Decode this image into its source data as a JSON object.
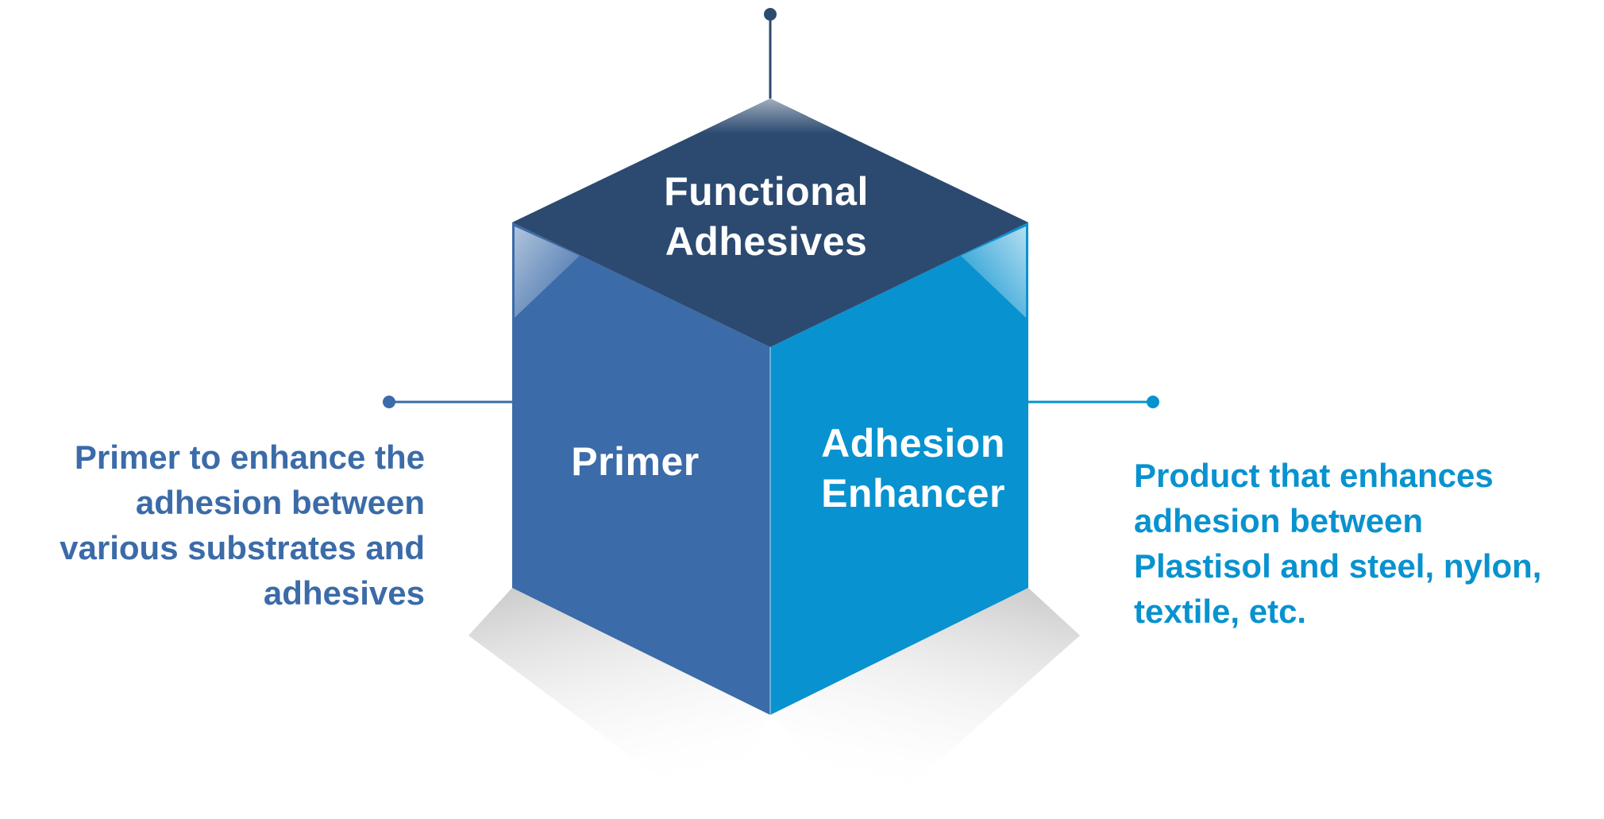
{
  "faces": {
    "top": {
      "label": "Functional\nAdhesives",
      "color": "#2c4a70"
    },
    "left": {
      "label": "Primer",
      "color": "#3b6ba8"
    },
    "right": {
      "label": "Adhesion\nEnhancer",
      "color": "#0892cf"
    }
  },
  "descriptions": {
    "left": {
      "text": "Primer to enhance the\nadhesion between\nvarious substrates and\nadhesives",
      "color": "#3b6ba8"
    },
    "right": {
      "text": "Product that enhances\nadhesion between\nPlastisol and steel, nylon,\ntextile, etc.",
      "color": "#0892cf"
    }
  },
  "connector_colors": {
    "top": "#2c4a70",
    "left": "#3b6ba8",
    "right": "#0892cf"
  }
}
